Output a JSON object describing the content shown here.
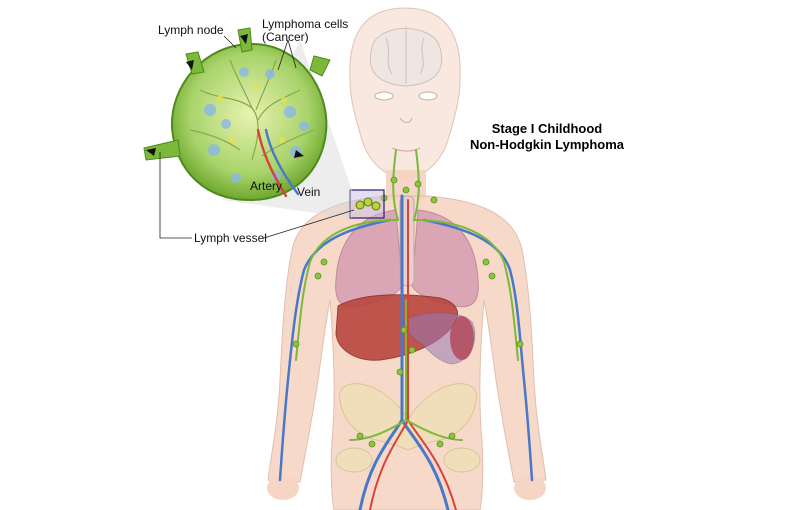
{
  "title": {
    "line1": "Stage I Childhood",
    "line2": "Non-Hodgkin Lymphoma"
  },
  "labels": {
    "lymph_node": "Lymph node",
    "lymphoma_cells_line1": "Lymphoma cells",
    "lymphoma_cells_line2": "(Cancer)",
    "artery": "Artery",
    "vein": "Vein",
    "lymph_vessel": "Lymph vessel"
  },
  "colors": {
    "skin": "#f5d2c0",
    "lymph": "#7cb83a",
    "vessel_blue": "#4a78c8",
    "artery_red": "#d8423a",
    "lungs": "#cc8fa8",
    "liver": "#b8463e"
  }
}
